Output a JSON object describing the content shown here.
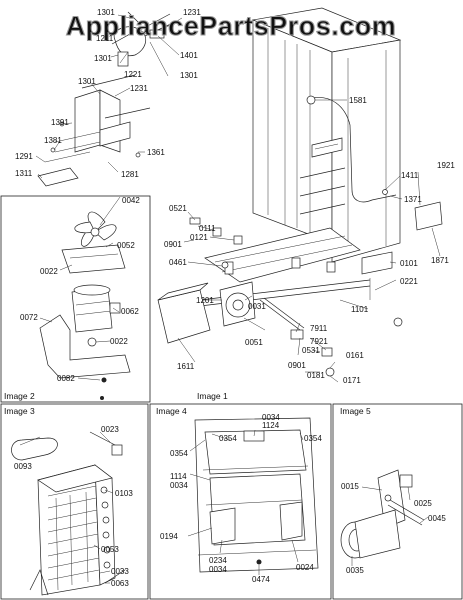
{
  "watermark": "AppliancePartsPros.com",
  "panels": {
    "image1": "Image 1",
    "image2": "Image 2",
    "image3": "Image 3",
    "image4": "Image 4",
    "image5": "Image 5"
  },
  "parts": {
    "image1": [
      "1301",
      "1231",
      "1211",
      "1401",
      "1301",
      "1221",
      "1301",
      "1581",
      "1301",
      "1231",
      "1391",
      "1381",
      "1291",
      "1311",
      "1361",
      "1281",
      "1411",
      "1921",
      "1371",
      "1871",
      "0521",
      "0111",
      "0901",
      "0121",
      "0461",
      "0101",
      "0221",
      "1201",
      "0031",
      "1101",
      "7911",
      "7921",
      "1611",
      "0051",
      "0531",
      "0161",
      "0901",
      "0181",
      "0171"
    ],
    "image2": [
      "0042",
      "0052",
      "0022",
      "0062",
      "0072",
      "0022",
      "0082"
    ],
    "image3": [
      "0023",
      "0093",
      "0103",
      "0053",
      "0033",
      "0063"
    ],
    "image4": [
      "0034",
      "1124",
      "0354",
      "0354",
      "0354",
      "1114",
      "0034",
      "0194",
      "0234",
      "0034",
      "0474",
      "0024"
    ],
    "image5": [
      "0015",
      "0025",
      "0045",
      "0035"
    ]
  },
  "colors": {
    "line": "#222222",
    "fill_grey": "#d8d8d8",
    "watermark_outline": "#9a9a9a"
  }
}
